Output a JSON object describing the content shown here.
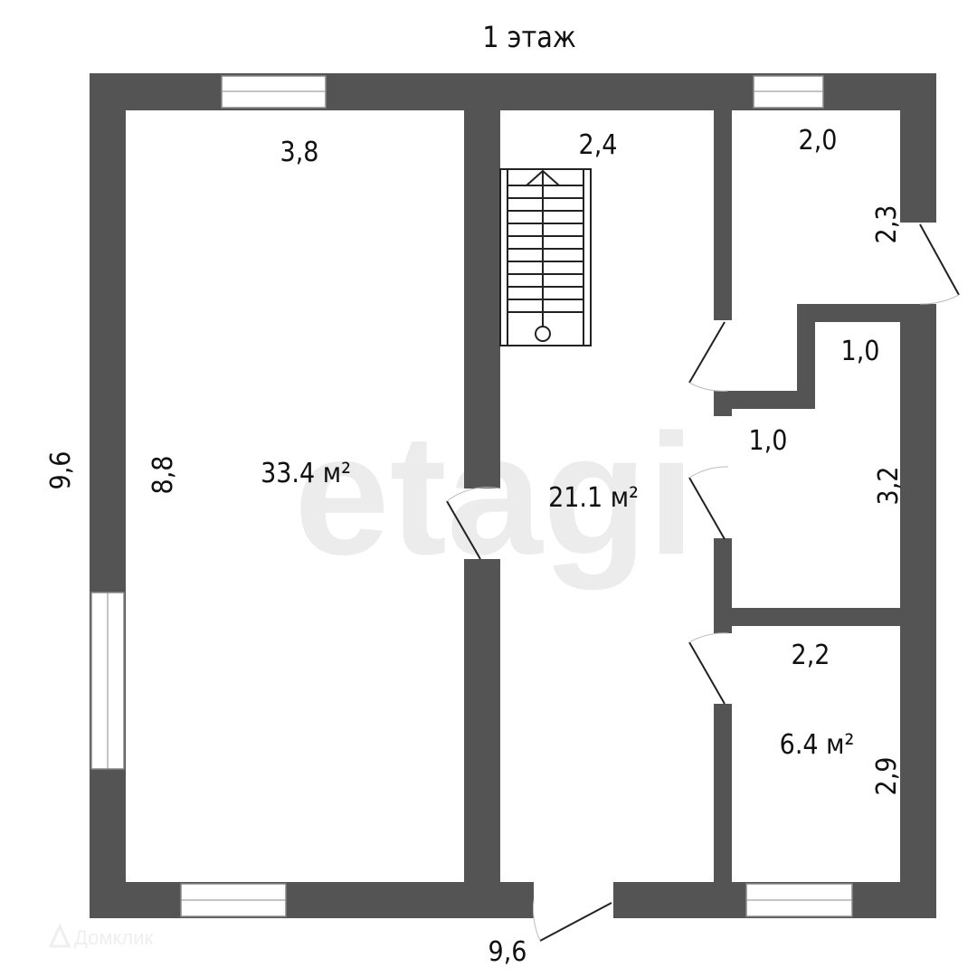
{
  "title": "1 этаж",
  "watermark": "etagi",
  "watermark_small": "Домклик",
  "dimensions": {
    "total_width_bottom": "9,6",
    "total_height_left": "9,6",
    "room1_width": "3,8",
    "room1_height": "8,8",
    "hall_width": "2,4",
    "room_ne_width": "2,0",
    "room_ne_side": "2,3",
    "closet_width": "1,0",
    "room_mid_width": "1,0",
    "room_mid_height": "3,2",
    "room_se_width": "2,2",
    "room_se_height": "2,9"
  },
  "areas": {
    "room1": "33.4 м²",
    "hall": "21.1 м²",
    "room_se": "6.4 м²"
  },
  "colors": {
    "wall": "#545454",
    "watermark": "#ececec"
  }
}
